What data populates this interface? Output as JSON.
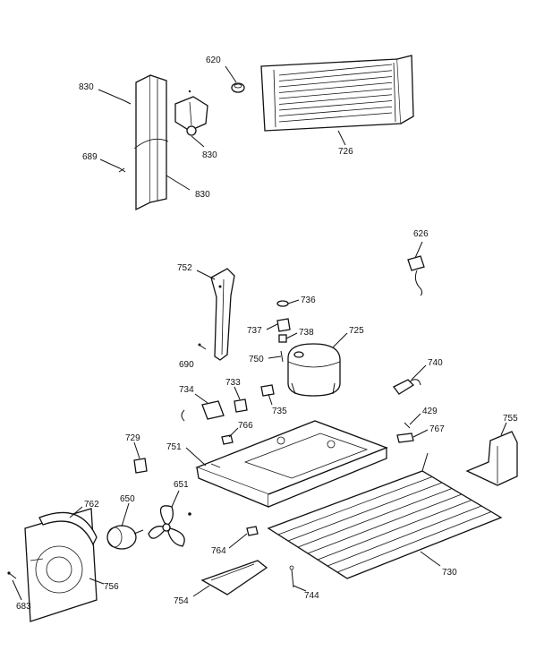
{
  "callouts": [
    {
      "id": "c830a",
      "text": "830"
    },
    {
      "id": "c689",
      "text": "689"
    },
    {
      "id": "c830b",
      "text": "830"
    },
    {
      "id": "c830c",
      "text": "830"
    },
    {
      "id": "c620",
      "text": "620"
    },
    {
      "id": "c726",
      "text": "726"
    },
    {
      "id": "c626",
      "text": "626"
    },
    {
      "id": "c752",
      "text": "752"
    },
    {
      "id": "c736",
      "text": "736"
    },
    {
      "id": "c737",
      "text": "737"
    },
    {
      "id": "c738",
      "text": "738"
    },
    {
      "id": "c725",
      "text": "725"
    },
    {
      "id": "c690",
      "text": "690"
    },
    {
      "id": "c750",
      "text": "750"
    },
    {
      "id": "c740",
      "text": "740"
    },
    {
      "id": "c734",
      "text": "734"
    },
    {
      "id": "c733",
      "text": "733"
    },
    {
      "id": "c735",
      "text": "735"
    },
    {
      "id": "c766",
      "text": "766"
    },
    {
      "id": "c429",
      "text": "429"
    },
    {
      "id": "c767",
      "text": "767"
    },
    {
      "id": "c755",
      "text": "755"
    },
    {
      "id": "c729",
      "text": "729"
    },
    {
      "id": "c751",
      "text": "751"
    },
    {
      "id": "c650",
      "text": "650"
    },
    {
      "id": "c651",
      "text": "651"
    },
    {
      "id": "c762",
      "text": "762"
    },
    {
      "id": "c764",
      "text": "764"
    },
    {
      "id": "c730",
      "text": "730"
    },
    {
      "id": "c756",
      "text": "756"
    },
    {
      "id": "c754",
      "text": "754"
    },
    {
      "id": "c744",
      "text": "744"
    },
    {
      "id": "c683",
      "text": "683"
    }
  ]
}
